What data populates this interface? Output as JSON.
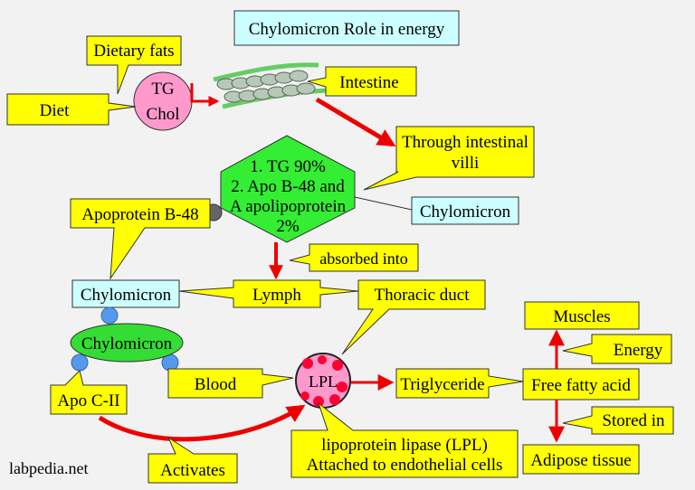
{
  "title": "Chylomicron Role in energy",
  "watermark": "labpedia.net",
  "colors": {
    "callout_yellow": "#ffff00",
    "box_cyan": "#ccffff",
    "hexagon_green": "#33ee33",
    "ellipse_green": "#33dd33",
    "circle_pink": "#ff99cc",
    "lpl_red": "#ff0033",
    "arrow_red": "#ee0000",
    "dot_gray": "#666666",
    "dot_blue": "#5599ee",
    "intestine_green": "#66cc66",
    "intestine_gray": "#b8c8b8"
  },
  "icons": [
    "intestine-icon",
    "lpl-particle-icon"
  ],
  "callouts": {
    "dietary_fats": "Dietary fats",
    "diet": "Diet",
    "intestine": "Intestine",
    "through_villi_1": "Through intestinal",
    "through_villi_2": "villi",
    "apoprotein_b48": "Apoprotein B-48",
    "chylomicron_right": "Chylomicron",
    "absorbed_into": "absorbed into",
    "chylomicron_left": "Chylomicron",
    "lymph": "Lymph",
    "thoracic_duct": "Thoracic duct",
    "muscles": "Muscles",
    "energy": "Energy",
    "blood": "Blood",
    "triglyceride": "Triglyceride",
    "free_fatty_acid": "Free fatty acid",
    "stored_in": "Stored in",
    "apo_c2": "Apo C-II",
    "lipoprotein_lipase_1": "lipoprotein lipase (LPL)",
    "lipoprotein_lipase_2": "Attached to endothelial cells",
    "adipose_tissue": "Adipose tissue",
    "activates": "Activates"
  },
  "shapes": {
    "tg_chol_line1": "TG",
    "tg_chol_line2": "Chol",
    "hexagon_lines": [
      "1. TG 90%",
      "2. Apo B-48 and",
      "A apolipoprotein",
      "2%"
    ],
    "ellipse_label": "Chylomicron",
    "lpl_label": "LPL"
  }
}
